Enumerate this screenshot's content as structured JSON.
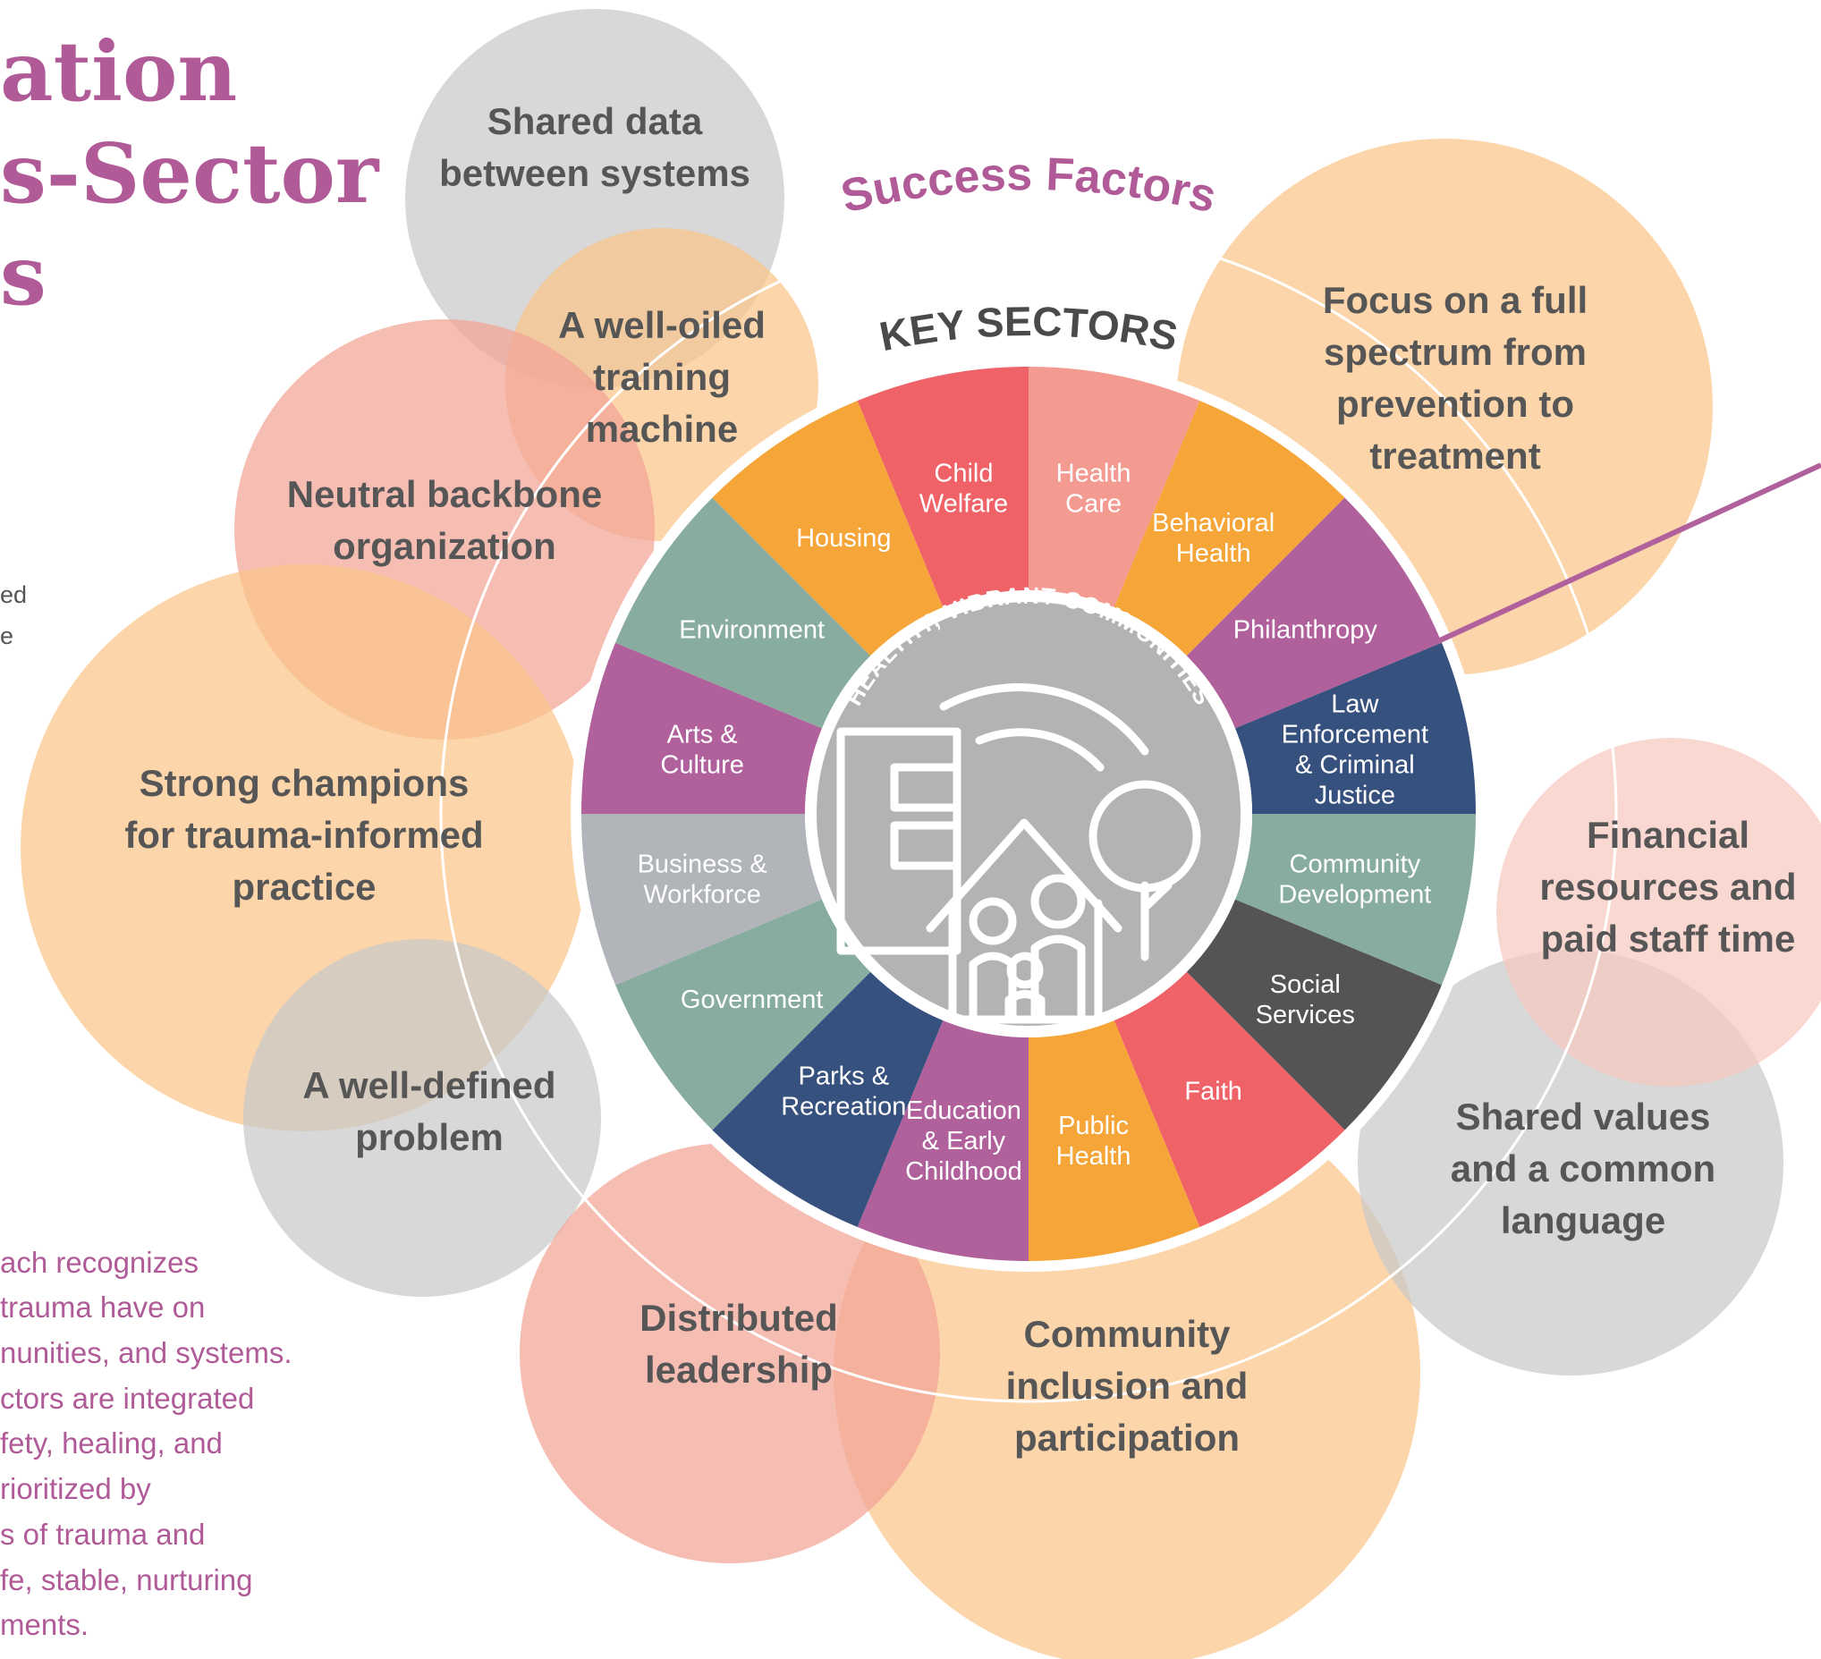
{
  "title_lines": [
    "ation",
    "s-Sector",
    "s"
  ],
  "side_fragments": [
    "ed",
    "e"
  ],
  "intro_lines": [
    "ach recognizes",
    "trauma have on",
    "nunities, and systems.",
    "ctors are integrated",
    "fety, healing, and",
    "rioritized by",
    "s of trauma and",
    "fe, stable, nurturing",
    "ments."
  ],
  "success_factors_heading": "Success Factors",
  "key_sectors_heading": "KEY SECTORS",
  "center_label": "HEALTHY, VIBRANT COMMUNITIES",
  "colors": {
    "title_pink": "#b05b98",
    "red": "#ef6267",
    "salmon": "#f39b91",
    "orange": "#f6a538",
    "purple": "#b0619c",
    "navy": "#37517f",
    "teal": "#88ada0",
    "grey": "#b1b4b8",
    "charcoal": "#545454",
    "center_grey": "#b3b3b3",
    "bubble_grey": "#c9c9c9",
    "bubble_peach": "#fbc589",
    "bubble_pink": "#f3a496",
    "bubble_lightpink": "#f8c9c0"
  },
  "sectors": [
    {
      "lines": [
        "Health",
        "Care"
      ],
      "color": "salmon"
    },
    {
      "lines": [
        "Behavioral",
        "Health"
      ],
      "color": "orange"
    },
    {
      "lines": [
        "Philanthropy"
      ],
      "color": "purple"
    },
    {
      "lines": [
        "Law",
        "Enforcement",
        "& Criminal",
        "Justice"
      ],
      "color": "navy"
    },
    {
      "lines": [
        "Community",
        "Development"
      ],
      "color": "teal"
    },
    {
      "lines": [
        "Social",
        "Services"
      ],
      "color": "charcoal"
    },
    {
      "lines": [
        "Faith"
      ],
      "color": "red"
    },
    {
      "lines": [
        "Public",
        "Health"
      ],
      "color": "orange"
    },
    {
      "lines": [
        "Education",
        "& Early",
        "Childhood"
      ],
      "color": "purple"
    },
    {
      "lines": [
        "Parks &",
        "Recreation"
      ],
      "color": "navy"
    },
    {
      "lines": [
        "Government"
      ],
      "color": "teal"
    },
    {
      "lines": [
        "Business &",
        "Workforce"
      ],
      "color": "grey"
    },
    {
      "lines": [
        "Arts &",
        "Culture"
      ],
      "color": "purple"
    },
    {
      "lines": [
        "Environment"
      ],
      "color": "teal"
    },
    {
      "lines": [
        "Housing"
      ],
      "color": "orange"
    },
    {
      "lines": [
        "Child",
        "Welfare"
      ],
      "color": "red"
    }
  ],
  "success_factors": [
    {
      "id": "shared-data",
      "lines": [
        "Shared data",
        "between systems"
      ],
      "color": "bubble_grey"
    },
    {
      "id": "well-oiled-training",
      "lines": [
        "A well-oiled",
        "training",
        "machine"
      ],
      "color": "bubble_peach"
    },
    {
      "id": "neutral-backbone",
      "lines": [
        "Neutral backbone",
        "organization"
      ],
      "color": "bubble_pink"
    },
    {
      "id": "strong-champions",
      "lines": [
        "Strong champions",
        "for trauma-informed",
        "practice"
      ],
      "color": "bubble_peach"
    },
    {
      "id": "well-defined-problem",
      "lines": [
        "A well-defined",
        "problem"
      ],
      "color": "bubble_grey"
    },
    {
      "id": "distributed-leadership",
      "lines": [
        "Distributed",
        "leadership"
      ],
      "color": "bubble_pink"
    },
    {
      "id": "community-inclusion",
      "lines": [
        "Community",
        "inclusion and",
        "participation"
      ],
      "color": "bubble_peach"
    },
    {
      "id": "shared-values",
      "lines": [
        "Shared values",
        "and a common",
        "language"
      ],
      "color": "bubble_grey"
    },
    {
      "id": "financial-resources",
      "lines": [
        "Financial",
        "resources and",
        "paid staff time"
      ],
      "color": "bubble_lightpink"
    },
    {
      "id": "full-spectrum",
      "lines": [
        "Focus on a full",
        "spectrum from",
        "prevention to",
        "treatment"
      ],
      "color": "bubble_peach"
    }
  ]
}
